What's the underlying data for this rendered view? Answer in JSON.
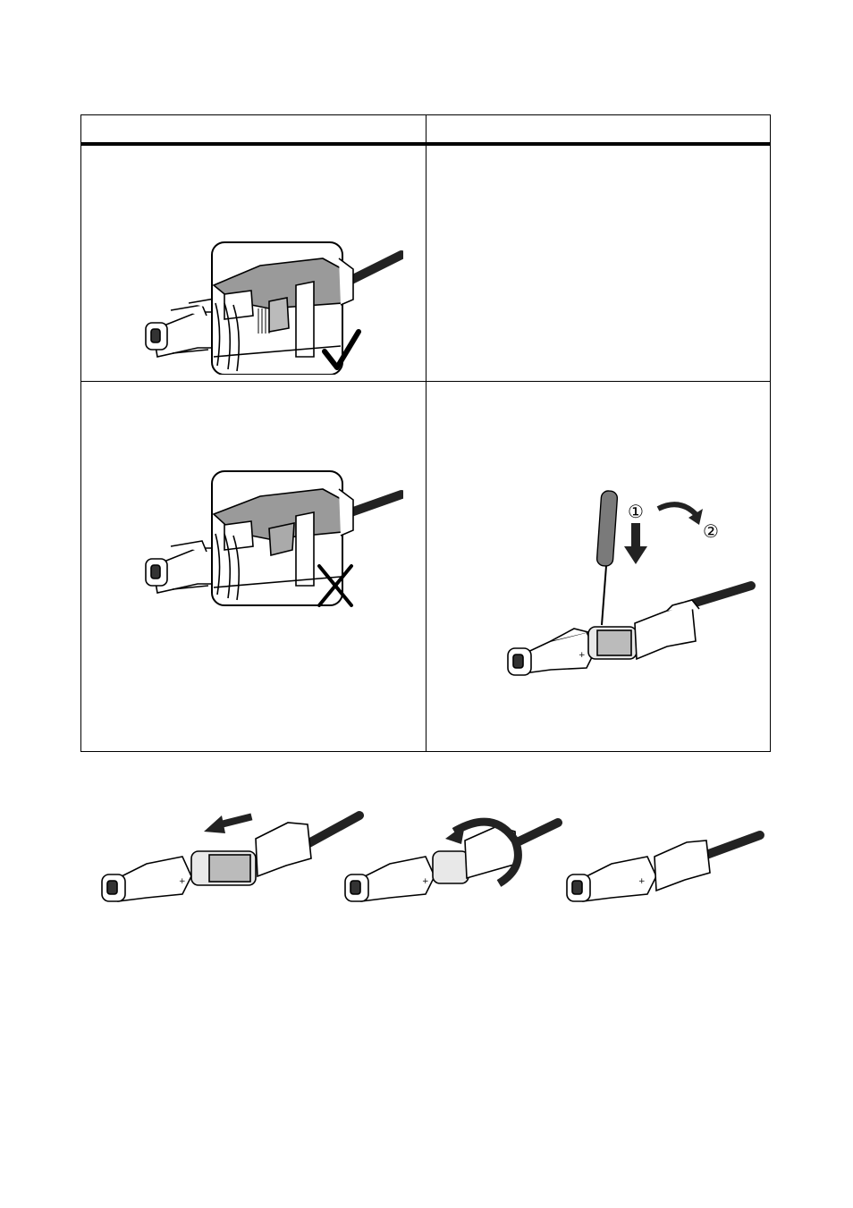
{
  "document": {
    "table": {
      "headers": [
        "",
        ""
      ],
      "rows": [
        {
          "left": {
            "figure": "connector-locked-correct",
            "status_icon": "checkmark-icon"
          },
          "right": {
            "figure": ""
          }
        },
        {
          "left": {
            "figure": "connector-locked-incorrect",
            "status_icon": "cross-icon"
          },
          "right": {
            "figure": "connector-release-with-screwdriver",
            "step_markers": [
              "①",
              "②"
            ]
          }
        }
      ]
    },
    "sequence": {
      "steps": [
        {
          "figure": "connector-pull-apart",
          "icon": "arrow-left-icon"
        },
        {
          "figure": "connector-unscrew-nut",
          "icon": "rotate-arrow-icon"
        },
        {
          "figure": "connector-assembled",
          "icon": ""
        }
      ]
    },
    "connector_marking": "+"
  }
}
